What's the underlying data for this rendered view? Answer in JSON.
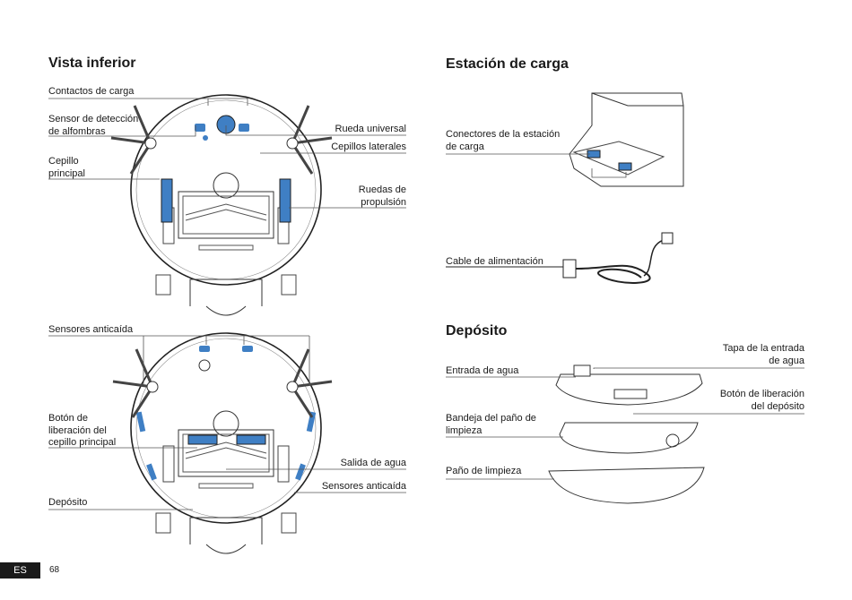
{
  "sections": {
    "bottom_view": {
      "title": "Vista inferior",
      "labels": {
        "charging_contacts": "Contactos de carga",
        "carpet_sensor": "Sensor de detección\nde alfombras",
        "main_brush": "Cepillo\nprincipal",
        "universal_wheel": "Rueda universal",
        "side_brushes": "Cepillos laterales",
        "drive_wheels": "Ruedas de\npropulsión"
      }
    },
    "bottom_view_2": {
      "labels": {
        "cliff_sensors_top": "Sensores anticaída",
        "brush_release": "Botón de\nliberación del\ncepillo principal",
        "tank": "Depósito",
        "water_outlet": "Salida de agua",
        "cliff_sensors_right": "Sensores anticaída"
      }
    },
    "charging_station": {
      "title": "Estación de carga",
      "labels": {
        "station_connectors": "Conectores de la estación\nde carga",
        "power_cable": "Cable de alimentación"
      }
    },
    "tank": {
      "title": "Depósito",
      "labels": {
        "water_inlet_cap": "Tapa de la entrada\nde agua",
        "water_inlet": "Entrada de agua",
        "tank_release": "Botón de liberación\ndel depósito",
        "mop_tray": "Bandeja del paño de\nlimpieza",
        "mop": "Paño de limpieza"
      }
    }
  },
  "footer": {
    "lang": "ES",
    "page": "68"
  },
  "colors": {
    "accent_blue": "#3f7fc4",
    "line": "#555555"
  }
}
